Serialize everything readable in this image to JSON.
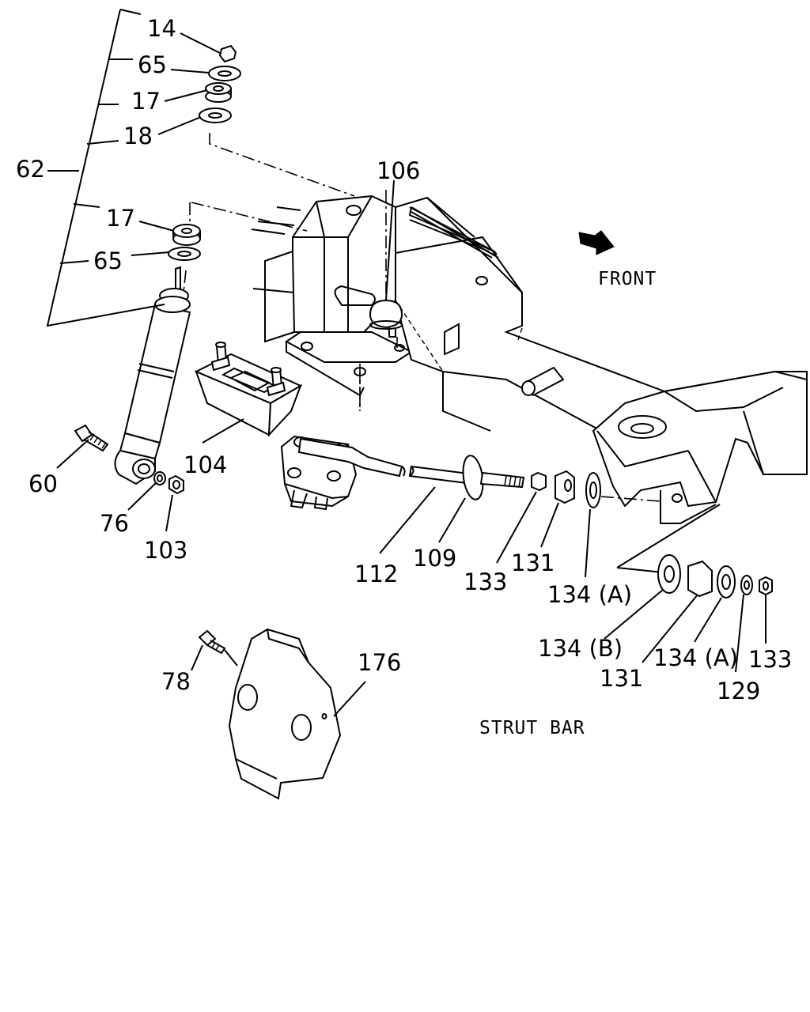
{
  "captions": {
    "front": "FRONT",
    "strut_bar": "STRUT BAR"
  },
  "callouts": {
    "c14": "14",
    "c65a": "65",
    "c17a": "17",
    "c18": "18",
    "c62": "62",
    "c17b": "17",
    "c65b": "65",
    "c106": "106",
    "c60": "60",
    "c104": "104",
    "c76": "76",
    "c103": "103",
    "c112": "112",
    "c109": "109",
    "c133a": "133",
    "c131a": "131",
    "c134a1": "134 (A)",
    "c134b": "134 (B)",
    "c131b": "131",
    "c134a2": "134 (A)",
    "c129": "129",
    "c133b": "133",
    "c78": "78",
    "c176": "176"
  },
  "icons": {
    "front_arrow": "front-direction-arrow-icon"
  }
}
